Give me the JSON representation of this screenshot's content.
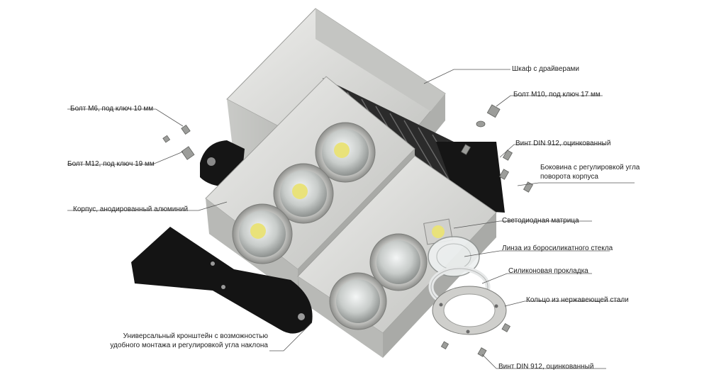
{
  "labels": {
    "driver_box": "Шкаф с драйверами",
    "bolt_m10": "Болт М10, под ключ 17 мм",
    "bolt_m6": "Болт М6, под ключ 10 мм",
    "screw_din912_top": "Винт DIN 912, оцинкованный",
    "bolt_m12": "Болт М12, под ключ 19 мм",
    "side_panel_line1": "Боковина с регулировкой угла",
    "side_panel_line2": "поворота корпуса",
    "housing": "Корпус, анодированный алюминий",
    "led_matrix": "Светодиодная матрица",
    "lens": "Линза из боросиликатного стекла",
    "silicone_gasket": "Силиконовая прокладка",
    "steel_ring": "Кольцо из нержавеющей стали",
    "bracket_line1": "Универсальный кронштейн с возможностью",
    "bracket_line2": "удобного монтажа и регулировкой угла наклона",
    "screw_din912_bottom": "Винт DIN 912, оцинкованный"
  },
  "colors": {
    "aluminium": "#d9d9d6",
    "aluminium_dark": "#b7b8b5",
    "bracket": "#141414",
    "leader_line": "#555555",
    "led_yellow": "#e9e27a"
  }
}
